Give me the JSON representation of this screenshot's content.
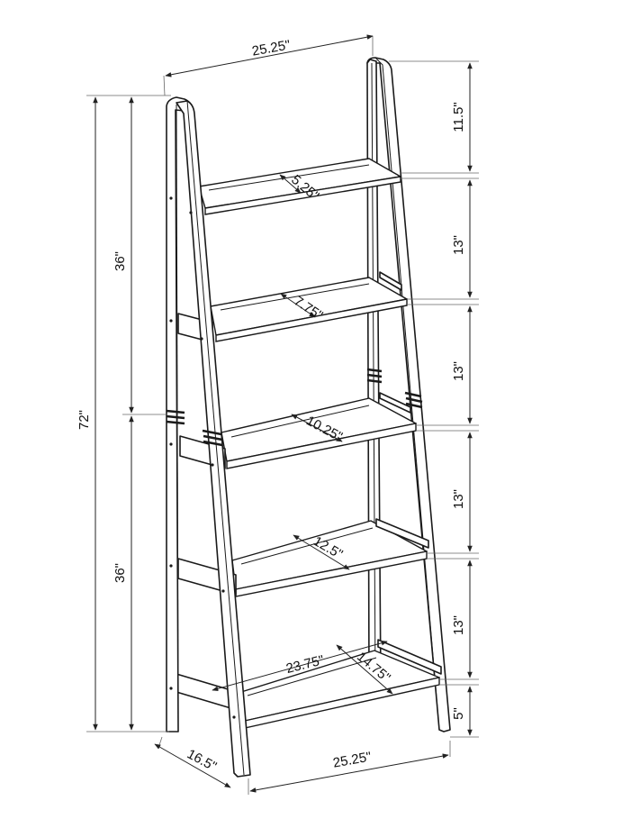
{
  "diagram": {
    "overall_height": "72\"",
    "upper_section_height": "36\"",
    "lower_section_height": "36\"",
    "top_width": "25.25\"",
    "bottom_width": "25.25\"",
    "side_depth": "16.5\"",
    "top_clearance": "11.5\"",
    "shelf_spacing": [
      "13\"",
      "13\"",
      "13\"",
      "13\""
    ],
    "bottom_clearance": "5\"",
    "shelf_depths": [
      "5.25\"",
      "7.75\"",
      "10.25\"",
      "12.5\"",
      "14.75\""
    ],
    "bottom_shelf_width": "23.75\""
  }
}
